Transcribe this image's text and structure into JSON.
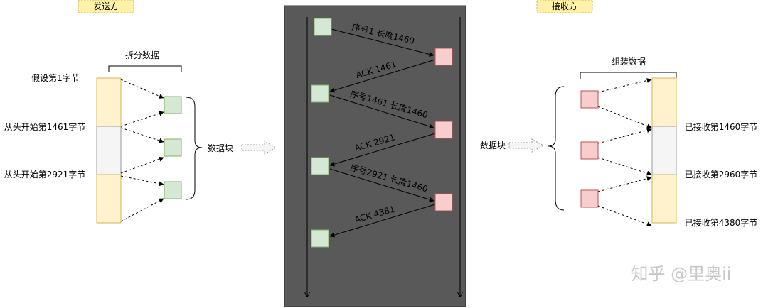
{
  "sender": {
    "title": "发送方",
    "split_label": "拆分数据",
    "stream_labels": [
      "假设第1字节",
      "从头开始第1461字节",
      "从头开始第2921字节"
    ],
    "block_label": "数据块"
  },
  "receiver": {
    "title": "接收方",
    "assemble_label": "组装数据",
    "block_label": "数据块",
    "received_labels": [
      "已接收第1460字节",
      "已接收第2960字节",
      "已接收第4380字节"
    ]
  },
  "sequence": {
    "messages": [
      "序号1 长度1460",
      "ACK 1461",
      "序号1461 长度1460",
      "ACK 2921",
      "序号2921 长度1460",
      "ACK 4381"
    ]
  },
  "watermark": "知乎 @里奥ii",
  "colors": {
    "title_bg": "#fff2a8",
    "segment_yellow": "#fff2cc",
    "segment_gray": "#f5f5f5",
    "segment_border": "#d6b656",
    "green_fill": "#d5e8d4",
    "green_stroke": "#82b366",
    "red_fill": "#f8cecc",
    "red_stroke": "#b85450",
    "panel_bg": "#595959"
  }
}
